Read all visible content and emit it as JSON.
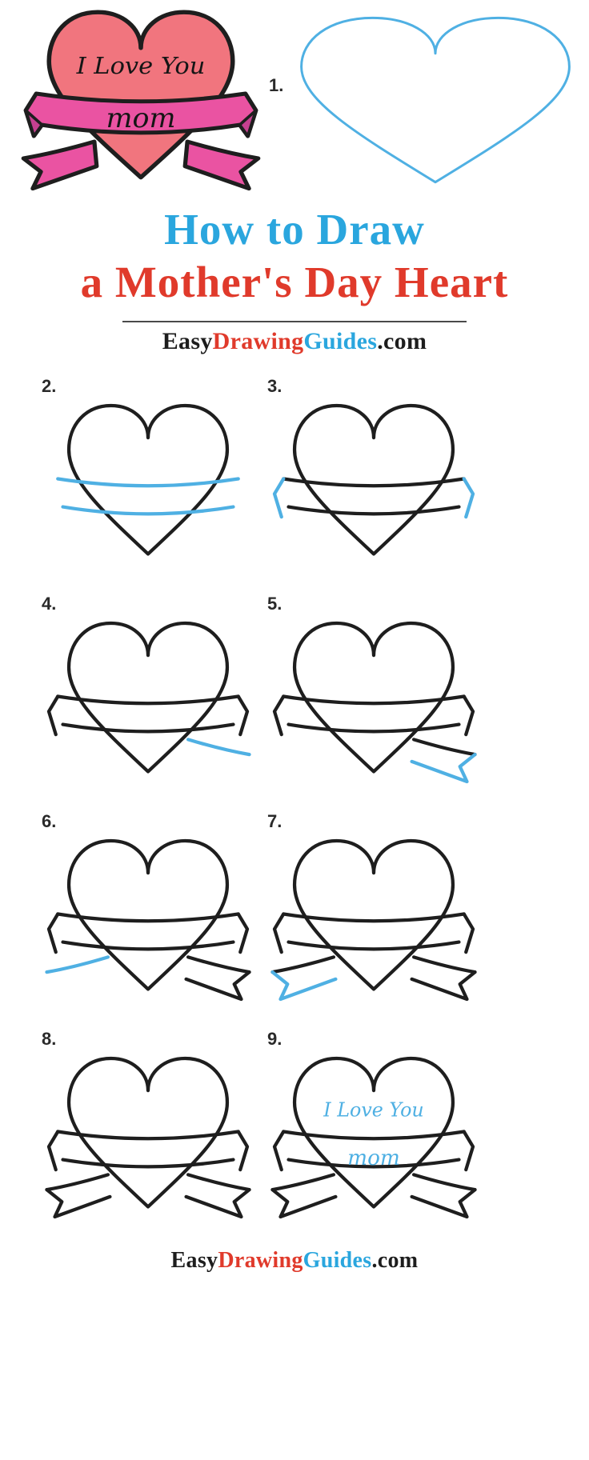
{
  "colors": {
    "stroke_black": "#1e1e1e",
    "stroke_blue": "#4fb0e3",
    "title_blue": "#2aa6de",
    "title_red": "#e03a2b",
    "text_dark": "#1d1d1d",
    "brand_red": "#e03a2b",
    "brand_blue": "#2aa6de",
    "heart_fill": "#f1757e",
    "banner_fill": "#ea53a2",
    "fold_fill": "#c64090"
  },
  "header": {
    "title_line1": "How to Draw",
    "title_line2": "a Mother's Day Heart"
  },
  "branding": {
    "part1": "Easy",
    "part2": "Drawing",
    "part3": "Guides",
    "part4": ".com"
  },
  "footer": {
    "part1": "Easy",
    "part2": "Drawing",
    "part3": "Guides",
    "part4": ".com"
  },
  "final_art": {
    "text_line1": "I Love You",
    "text_line2": "mom"
  },
  "steps": [
    {
      "label": "1.",
      "strokes": [
        {
          "shape": "heart",
          "color": "blue"
        }
      ]
    },
    {
      "label": "2.",
      "strokes": [
        {
          "shape": "heart",
          "color": "black"
        },
        {
          "shape": "bannerTop",
          "color": "blue"
        },
        {
          "shape": "bannerBottom",
          "color": "blue"
        }
      ]
    },
    {
      "label": "3.",
      "strokes": [
        {
          "shape": "heart",
          "color": "black"
        },
        {
          "shape": "bannerTop",
          "color": "black"
        },
        {
          "shape": "bannerBottom",
          "color": "black"
        },
        {
          "shape": "leftEnd",
          "color": "blue"
        },
        {
          "shape": "rightEnd",
          "color": "blue"
        }
      ]
    },
    {
      "label": "4.",
      "strokes": [
        {
          "shape": "heart",
          "color": "black"
        },
        {
          "shape": "bannerTop",
          "color": "black"
        },
        {
          "shape": "bannerBottom",
          "color": "black"
        },
        {
          "shape": "leftEnd",
          "color": "black"
        },
        {
          "shape": "rightEnd",
          "color": "black"
        },
        {
          "shape": "rightTailTop",
          "color": "blue"
        }
      ]
    },
    {
      "label": "5.",
      "strokes": [
        {
          "shape": "heart",
          "color": "black"
        },
        {
          "shape": "bannerTop",
          "color": "black"
        },
        {
          "shape": "bannerBottom",
          "color": "black"
        },
        {
          "shape": "leftEnd",
          "color": "black"
        },
        {
          "shape": "rightEnd",
          "color": "black"
        },
        {
          "shape": "rightTailTop",
          "color": "black"
        },
        {
          "shape": "rightTailRest",
          "color": "blue"
        }
      ]
    },
    {
      "label": "6.",
      "strokes": [
        {
          "shape": "heart",
          "color": "black"
        },
        {
          "shape": "bannerTop",
          "color": "black"
        },
        {
          "shape": "bannerBottom",
          "color": "black"
        },
        {
          "shape": "leftEnd",
          "color": "black"
        },
        {
          "shape": "rightEnd",
          "color": "black"
        },
        {
          "shape": "rightTailTop",
          "color": "black"
        },
        {
          "shape": "rightTailRest",
          "color": "black"
        },
        {
          "shape": "leftTailTop",
          "color": "blue"
        }
      ]
    },
    {
      "label": "7.",
      "strokes": [
        {
          "shape": "heart",
          "color": "black"
        },
        {
          "shape": "bannerTop",
          "color": "black"
        },
        {
          "shape": "bannerBottom",
          "color": "black"
        },
        {
          "shape": "leftEnd",
          "color": "black"
        },
        {
          "shape": "rightEnd",
          "color": "black"
        },
        {
          "shape": "rightTailTop",
          "color": "black"
        },
        {
          "shape": "rightTailRest",
          "color": "black"
        },
        {
          "shape": "leftTailTop",
          "color": "black"
        },
        {
          "shape": "leftTailRest",
          "color": "blue"
        }
      ]
    },
    {
      "label": "8.",
      "strokes": [
        {
          "shape": "heart",
          "color": "black"
        },
        {
          "shape": "bannerTop",
          "color": "black"
        },
        {
          "shape": "bannerBottom",
          "color": "black"
        },
        {
          "shape": "leftEnd",
          "color": "black"
        },
        {
          "shape": "rightEnd",
          "color": "black"
        },
        {
          "shape": "rightTailTop",
          "color": "black"
        },
        {
          "shape": "rightTailRest",
          "color": "black"
        },
        {
          "shape": "leftTailTop",
          "color": "black"
        },
        {
          "shape": "leftTailRest",
          "color": "black"
        }
      ]
    },
    {
      "label": "9.",
      "strokes": [
        {
          "shape": "heart",
          "color": "black"
        },
        {
          "shape": "bannerTop",
          "color": "black"
        },
        {
          "shape": "bannerBottom",
          "color": "black"
        },
        {
          "shape": "leftEnd",
          "color": "black"
        },
        {
          "shape": "rightEnd",
          "color": "black"
        },
        {
          "shape": "rightTailTop",
          "color": "black"
        },
        {
          "shape": "rightTailRest",
          "color": "black"
        },
        {
          "shape": "leftTailTop",
          "color": "black"
        },
        {
          "shape": "leftTailRest",
          "color": "black"
        }
      ],
      "text": {
        "line1": "I Love You",
        "line2": "mom",
        "color": "blue"
      }
    }
  ]
}
